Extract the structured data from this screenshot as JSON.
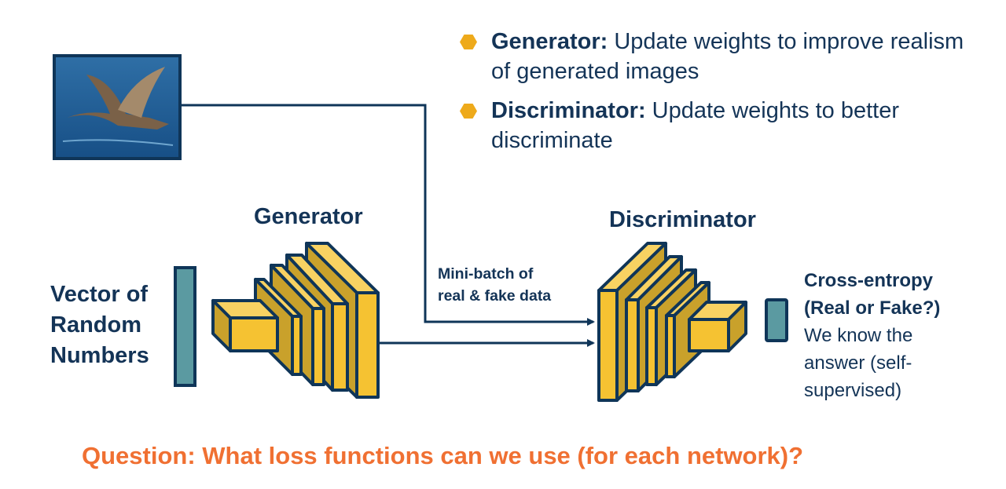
{
  "bullets": [
    {
      "term": "Generator:",
      "text": " Update weights to improve realism of generated images"
    },
    {
      "term": "Discriminator:",
      "text": " Update weights to better discriminate"
    }
  ],
  "generator_label": "Generator",
  "discriminator_label": "Discriminator",
  "input_label": [
    "Vector of",
    "Random",
    "Numbers"
  ],
  "minibatch_label": [
    "Mini-batch of",
    "real & fake data"
  ],
  "output_label": {
    "title": [
      "Cross-entropy",
      "(Real or Fake?)"
    ],
    "note": [
      "We know the",
      "answer (self-",
      "supervised)"
    ]
  },
  "question": "Question: What loss functions can we use (for each network)?",
  "colors": {
    "navy": "#0f3558",
    "yellow": "#f5c232",
    "top": "#f8d262",
    "side": "#c9a12b",
    "teal": "#5b9aa1",
    "orange": "#f07032",
    "bullet": "#eeaa1b"
  }
}
